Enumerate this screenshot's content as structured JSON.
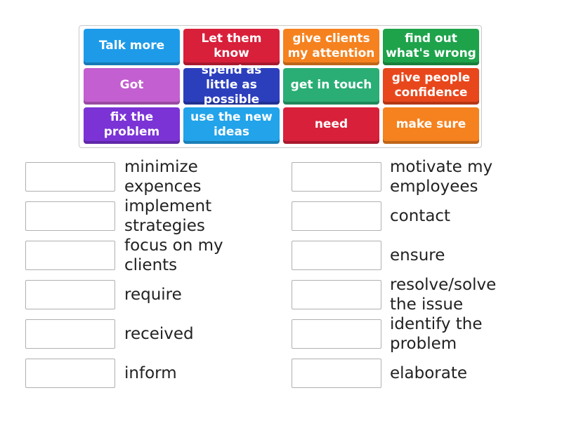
{
  "tiles": [
    {
      "text": "Talk more",
      "color": "#1e9be8"
    },
    {
      "text": "Let them know",
      "color": "#d8203a"
    },
    {
      "text": "give clients my attention",
      "color": "#f5821f"
    },
    {
      "text": "find out what's wrong",
      "color": "#1ea34b"
    },
    {
      "text": "Got",
      "color": "#c35fd0"
    },
    {
      "text": "spend as little as possible",
      "color": "#2b3fbd"
    },
    {
      "text": "get in touch",
      "color": "#2aae75"
    },
    {
      "text": "give people confidence",
      "color": "#e8471c"
    },
    {
      "text": "fix the problem",
      "color": "#7b33d6"
    },
    {
      "text": "use the new ideas",
      "color": "#22a3ea"
    },
    {
      "text": "need",
      "color": "#d8203a"
    },
    {
      "text": "make sure",
      "color": "#f5821f"
    }
  ],
  "left_column": [
    {
      "label": "minimize expences"
    },
    {
      "label": "implement strategies"
    },
    {
      "label": "focus on my clients"
    },
    {
      "label": "require"
    },
    {
      "label": "received"
    },
    {
      "label": "inform"
    }
  ],
  "right_column": [
    {
      "label": "motivate my employees"
    },
    {
      "label": "contact"
    },
    {
      "label": "ensure"
    },
    {
      "label": "resolve/solve the issue"
    },
    {
      "label": "identify the problem"
    },
    {
      "label": "elaborate"
    }
  ]
}
